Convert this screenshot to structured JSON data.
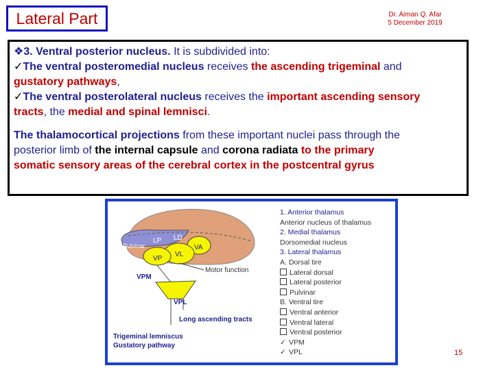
{
  "slide": {
    "title": "Lateral Part",
    "author": "Dr. Aiman Q. Afar",
    "date": "5  December  2019",
    "page_number": "15"
  },
  "text": {
    "l1_bullet": "❖",
    "l1_a": "3. Ventral posterior nucleus.",
    "l1_b": " It is subdivided into:",
    "l2_check": "✓",
    "l2_a": "The ventral posteromedial nucleus",
    "l2_b": " receives ",
    "l2_c": "the ascending trigeminal",
    "l2_d": " and",
    "l3_a": "gustatory pathways",
    "l3_b": ",",
    "l4_check": "✓",
    "l4_a": "The ventral posterolateral nucleus",
    "l4_b": " receives the ",
    "l4_c": "important ascending sensory",
    "l5_a": "tracts",
    "l5_b": ", the ",
    "l5_c": "medial and spinal lemnisci",
    "l5_d": ".",
    "p2_a": "The thalamocortical projections",
    "p2_b": " from these important nuclei pass through the",
    "p2_c": "posterior limb of ",
    "p2_d": "the internal capsule",
    "p2_e": " and ",
    "p2_f": "corona radiata",
    "p2_g": " to the primary",
    "p2_h": "somatic sensory areas of the cerebral cortex in the postcentral gyrus"
  },
  "figure": {
    "labels": {
      "lp": "LP",
      "ld": "LD",
      "va": "VA",
      "vl": "VL",
      "vp": "VP",
      "pulvinar": "Pulvinar",
      "vpm": "VPM",
      "vpl": "VPL",
      "motor": "Motor function",
      "long_tracts": "Long ascending tracts",
      "trigeminal": "Trigeminal lemniscus",
      "gustatory": "Gustatory pathway"
    },
    "legend": {
      "h1": "1. Anterior thalamus",
      "i1": "Anterior nucleus of thalamus",
      "h2": "2. Medial thalamus",
      "i2": "Dorsomedial nucleus",
      "h3": "3. Lateral thalamus",
      "a": "A. Dorsal tire",
      "a1": "Lateral dorsal",
      "a2": "Lateral posterior",
      "a3": "Pulvinar",
      "b": "B. Ventral tire",
      "b1": "Ventral anterior",
      "b2": "Ventral lateral",
      "b3": "Ventral posterior",
      "b4": "VPM",
      "b5": "VPL",
      "check": "✓"
    },
    "colors": {
      "thalamus_outer": "#e0a07a",
      "dorsal_tier": "#8f8fd6",
      "ventral_yellow": "#f5f500",
      "box_border": "#1a3fd1"
    }
  }
}
